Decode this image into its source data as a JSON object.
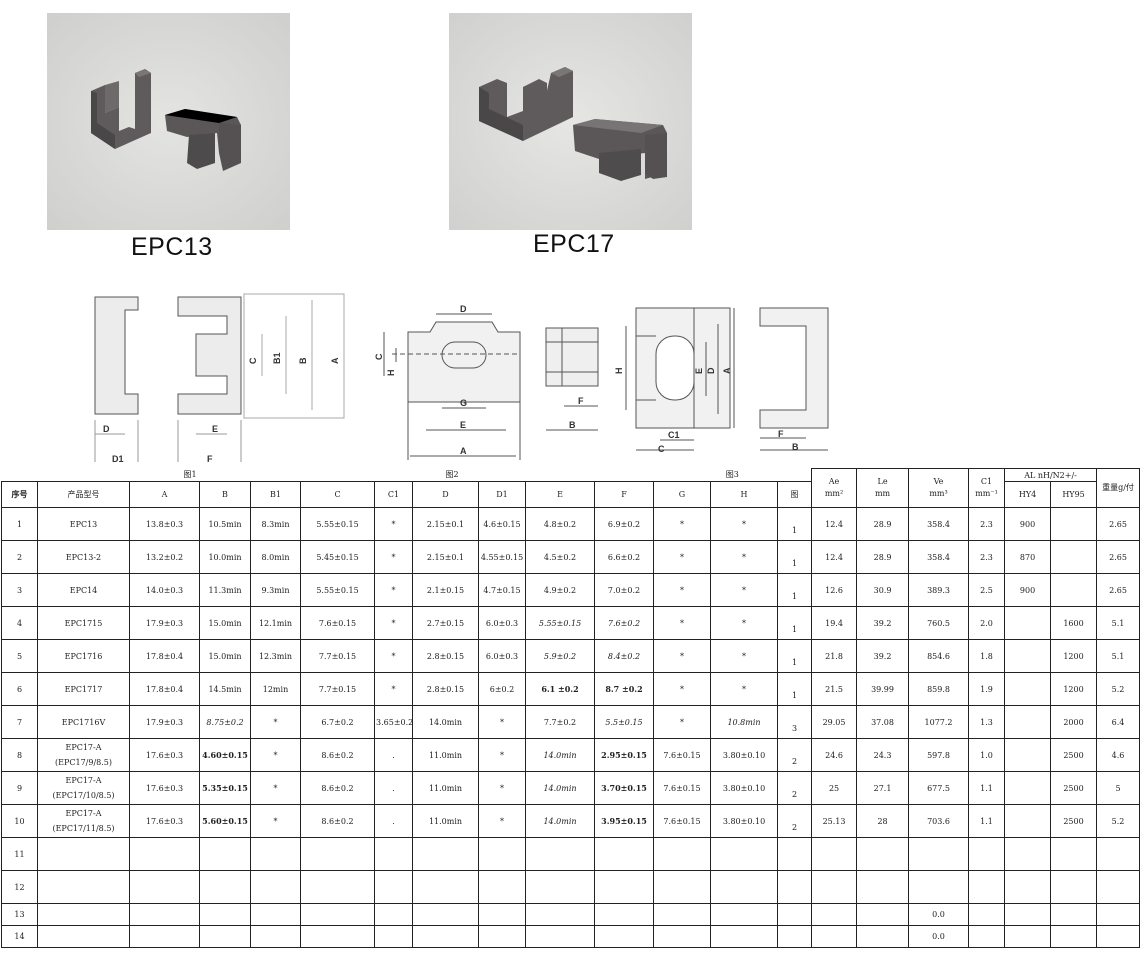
{
  "photos": [
    {
      "caption": "EPC13"
    },
    {
      "caption": "EPC17"
    }
  ],
  "drawing_labels": {
    "fig1": [
      "D",
      "D1",
      "C",
      "B1",
      "B",
      "A",
      "E",
      "F"
    ],
    "fig2": [
      "D",
      "C",
      "H",
      "G",
      "E",
      "A",
      "F",
      "B"
    ],
    "fig3": [
      "H",
      "E",
      "D",
      "A",
      "C1",
      "C",
      "F",
      "B"
    ]
  },
  "figure_captions": [
    "图1",
    "图2",
    "图3"
  ],
  "table": {
    "group_headers": {
      "ae": "Ae",
      "ae_unit": "mm²",
      "le": "Le",
      "le_unit": "mm",
      "ve": "Ve",
      "ve_unit": "mm³",
      "c1": "C1",
      "c1_unit": "mm⁻¹",
      "al": "AL  nH/N2+/-",
      "weight": "重量g/付"
    },
    "columns": [
      "序号",
      "产品型号",
      "A",
      "B",
      "B1",
      "C",
      "C1",
      "D",
      "D1",
      "E",
      "F",
      "G",
      "H",
      "图",
      "HY4",
      "HY95"
    ],
    "rows": [
      {
        "no": "1",
        "model": "EPC13",
        "model2": "",
        "A": "13.8±0.3",
        "B": "10.5min",
        "B1": "8.3min",
        "C": "5.55±0.15",
        "C1": "*",
        "D": "2.15±0.1",
        "D1": "4.6±0.15",
        "E": "4.8±0.2",
        "F": "6.9±0.2",
        "G": "*",
        "H": "*",
        "fig": "1",
        "Ae": "12.4",
        "Le": "28.9",
        "Ve": "358.4",
        "Cc": "2.3",
        "hy4": "900",
        "hy95": "",
        "wt": "2.65"
      },
      {
        "no": "2",
        "model": "EPC13-2",
        "model2": "",
        "A": "13.2±0.2",
        "B": "10.0min",
        "B1": "8.0min",
        "C": "5.45±0.15",
        "C1": "*",
        "D": "2.15±0.1",
        "D1": "4.55±0.15",
        "E": "4.5±0.2",
        "F": "6.6±0.2",
        "G": "*",
        "H": "*",
        "fig": "1",
        "Ae": "12.4",
        "Le": "28.9",
        "Ve": "358.4",
        "Cc": "2.3",
        "hy4": "870",
        "hy95": "",
        "wt": "2.65"
      },
      {
        "no": "3",
        "model": "EPC14",
        "model2": "",
        "A": "14.0±0.3",
        "B": "11.3min",
        "B1": "9.3min",
        "C": "5.55±0.15",
        "C1": "*",
        "D": "2.1±0.15",
        "D1": "4.7±0.15",
        "E": "4.9±0.2",
        "F": "7.0±0.2",
        "G": "*",
        "H": "*",
        "fig": "1",
        "Ae": "12.6",
        "Le": "30.9",
        "Ve": "389.3",
        "Cc": "2.5",
        "hy4": "900",
        "hy95": "",
        "wt": "2.65"
      },
      {
        "no": "4",
        "model": "EPC1715",
        "model2": "",
        "A": "17.9±0.3",
        "B": "15.0min",
        "B1": "12.1min",
        "C": "7.6±0.15",
        "C1": "*",
        "D": "2.7±0.15",
        "D1": "6.0±0.3",
        "E": "5.55±0.15",
        "F": "7.6±0.2",
        "G": "*",
        "H": "*",
        "fig": "1",
        "Ae": "19.4",
        "Le": "39.2",
        "Ve": "760.5",
        "Cc": "2.0",
        "hy4": "",
        "hy95": "1600",
        "wt": "5.1"
      },
      {
        "no": "5",
        "model": "EPC1716",
        "model2": "",
        "A": "17.8±0.4",
        "B": "15.0min",
        "B1": "12.3min",
        "C": "7.7±0.15",
        "C1": "*",
        "D": "2.8±0.15",
        "D1": "6.0±0.3",
        "E": "5.9±0.2",
        "F": "8.4±0.2",
        "G": "*",
        "H": "*",
        "fig": "1",
        "Ae": "21.8",
        "Le": "39.2",
        "Ve": "854.6",
        "Cc": "1.8",
        "hy4": "",
        "hy95": "1200",
        "wt": "5.1"
      },
      {
        "no": "6",
        "model": "EPC1717",
        "model2": "",
        "A": "17.8±0.4",
        "B": "14.5min",
        "B1": "12min",
        "C": "7.7±0.15",
        "C1": "*",
        "D": "2.8±0.15",
        "D1": "6±0.2",
        "E": "6.1 ±0.2",
        "F": "8.7 ±0.2",
        "G": "*",
        "H": "*",
        "fig": "1",
        "Ae": "21.5",
        "Le": "39.99",
        "Ve": "859.8",
        "Cc": "1.9",
        "hy4": "",
        "hy95": "1200",
        "wt": "5.2"
      },
      {
        "no": "7",
        "model": "EPC1716V",
        "model2": "",
        "A": "17.9±0.3",
        "B": "8.75±0.2",
        "B1": "*",
        "C": "6.7±0.2",
        "C1": "3.65±0.2",
        "D": "14.0min",
        "D1": "*",
        "E": "7.7±0.2",
        "F": "5.5±0.15",
        "G": "*",
        "H": "10.8min",
        "fig": "3",
        "Ae": "29.05",
        "Le": "37.08",
        "Ve": "1077.2",
        "Cc": "1.3",
        "hy4": "",
        "hy95": "2000",
        "wt": "6.4"
      },
      {
        "no": "8",
        "model": "EPC17-A",
        "model2": "(EPC17/9/8.5)",
        "A": "17.6±0.3",
        "B": "4.60±0.15",
        "B1": "*",
        "C": "8.6±0.2",
        "C1": ".",
        "D": "11.0min",
        "D1": "*",
        "E": "14.0min",
        "F": "2.95±0.15",
        "G": "7.6±0.15",
        "H": "3.80±0.10",
        "fig": "2",
        "Ae": "24.6",
        "Le": "24.3",
        "Ve": "597.8",
        "Cc": "1.0",
        "hy4": "",
        "hy95": "2500",
        "wt": "4.6"
      },
      {
        "no": "9",
        "model": "EPC17-A",
        "model2": "(EPC17/10/8.5)",
        "A": "17.6±0.3",
        "B": "5.35±0.15",
        "B1": "*",
        "C": "8.6±0.2",
        "C1": ".",
        "D": "11.0min",
        "D1": "*",
        "E": "14.0min",
        "F": "3.70±0.15",
        "G": "7.6±0.15",
        "H": "3.80±0.10",
        "fig": "2",
        "Ae": "25",
        "Le": "27.1",
        "Ve": "677.5",
        "Cc": "1.1",
        "hy4": "",
        "hy95": "2500",
        "wt": "5"
      },
      {
        "no": "10",
        "model": "EPC17-A",
        "model2": "(EPC17/11/8.5)",
        "A": "17.6±0.3",
        "B": "5.60±0.15",
        "B1": "*",
        "C": "8.6±0.2",
        "C1": ".",
        "D": "11.0min",
        "D1": "*",
        "E": "14.0min",
        "F": "3.95±0.15",
        "G": "7.6±0.15",
        "H": "3.80±0.10",
        "fig": "2",
        "Ae": "25.13",
        "Le": "28",
        "Ve": "703.6",
        "Cc": "1.1",
        "hy4": "",
        "hy95": "2500",
        "wt": "5.2"
      },
      {
        "no": "11",
        "model": "",
        "model2": "",
        "A": "",
        "B": "",
        "B1": "",
        "C": "",
        "C1": "",
        "D": "",
        "D1": "",
        "E": "",
        "F": "",
        "G": "",
        "H": "",
        "fig": "",
        "Ae": "",
        "Le": "",
        "Ve": "",
        "Cc": "",
        "hy4": "",
        "hy95": "",
        "wt": ""
      },
      {
        "no": "12",
        "model": "",
        "model2": "",
        "A": "",
        "B": "",
        "B1": "",
        "C": "",
        "C1": "",
        "D": "",
        "D1": "",
        "E": "",
        "F": "",
        "G": "",
        "H": "",
        "fig": "",
        "Ae": "",
        "Le": "",
        "Ve": "",
        "Cc": "",
        "hy4": "",
        "hy95": "",
        "wt": ""
      },
      {
        "no": "13",
        "model": "",
        "model2": "",
        "A": "",
        "B": "",
        "B1": "",
        "C": "",
        "C1": "",
        "D": "",
        "D1": "",
        "E": "",
        "F": "",
        "G": "",
        "H": "",
        "fig": "",
        "Ae": "",
        "Le": "",
        "Ve": "0.0",
        "Cc": "",
        "hy4": "",
        "hy95": "",
        "wt": ""
      },
      {
        "no": "14",
        "model": "",
        "model2": "",
        "A": "",
        "B": "",
        "B1": "",
        "C": "",
        "C1": "",
        "D": "",
        "D1": "",
        "E": "",
        "F": "",
        "G": "",
        "H": "",
        "fig": "",
        "Ae": "",
        "Le": "",
        "Ve": "0.0",
        "Cc": "",
        "hy4": "",
        "hy95": "",
        "wt": ""
      }
    ]
  }
}
